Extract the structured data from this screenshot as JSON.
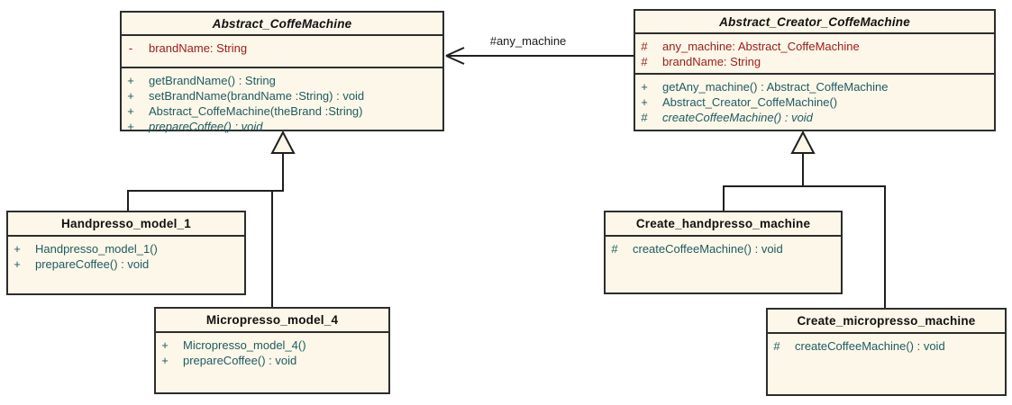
{
  "diagram": {
    "type": "uml-class-diagram",
    "association": {
      "label": "#any_machine"
    },
    "colors": {
      "box_fill": "#fcf7e8",
      "border": "#2d2d2d",
      "title_text": "#111111",
      "attribute_text": "#9b1b1b",
      "method_text": "#1e5b63"
    }
  },
  "classes": [
    {
      "name": "Abstract_CoffeMachine",
      "abstract": "true",
      "attributes": [
        {
          "vis": "-",
          "text": "brandName: String"
        }
      ],
      "methods": [
        {
          "vis": "+",
          "text": "getBrandName() : String"
        },
        {
          "vis": "+",
          "text": "setBrandName(brandName :String) : void"
        },
        {
          "vis": "+",
          "text": "Abstract_CoffeMachine(theBrand :String)"
        },
        {
          "vis": "+",
          "text": "prepareCoffee() : void"
        }
      ]
    },
    {
      "name": "Abstract_Creator_CoffeMachine",
      "abstract": "true",
      "attributes": [
        {
          "vis": "#",
          "text": "any_machine: Abstract_CoffeMachine"
        },
        {
          "vis": "#",
          "text": "brandName: String"
        }
      ],
      "methods": [
        {
          "vis": "+",
          "text": "getAny_machine() : Abstract_CoffeMachine"
        },
        {
          "vis": "+",
          "text": "Abstract_Creator_CoffeMachine()"
        },
        {
          "vis": "#",
          "text": "createCoffeeMachine() : void"
        }
      ]
    },
    {
      "name": "Handpresso_model_1",
      "methods": [
        {
          "vis": "+",
          "text": "Handpresso_model_1()"
        },
        {
          "vis": "+",
          "text": "prepareCoffee() : void"
        }
      ]
    },
    {
      "name": "Micropresso_model_4",
      "methods": [
        {
          "vis": "+",
          "text": "Micropresso_model_4()"
        },
        {
          "vis": "+",
          "text": "prepareCoffee() : void"
        }
      ]
    },
    {
      "name": "Create_handpresso_machine",
      "methods": [
        {
          "vis": "#",
          "text": "createCoffeeMachine() : void"
        }
      ]
    },
    {
      "name": "Create_micropresso_machine",
      "methods": [
        {
          "vis": "#",
          "text": "createCoffeeMachine() : void"
        }
      ]
    }
  ]
}
